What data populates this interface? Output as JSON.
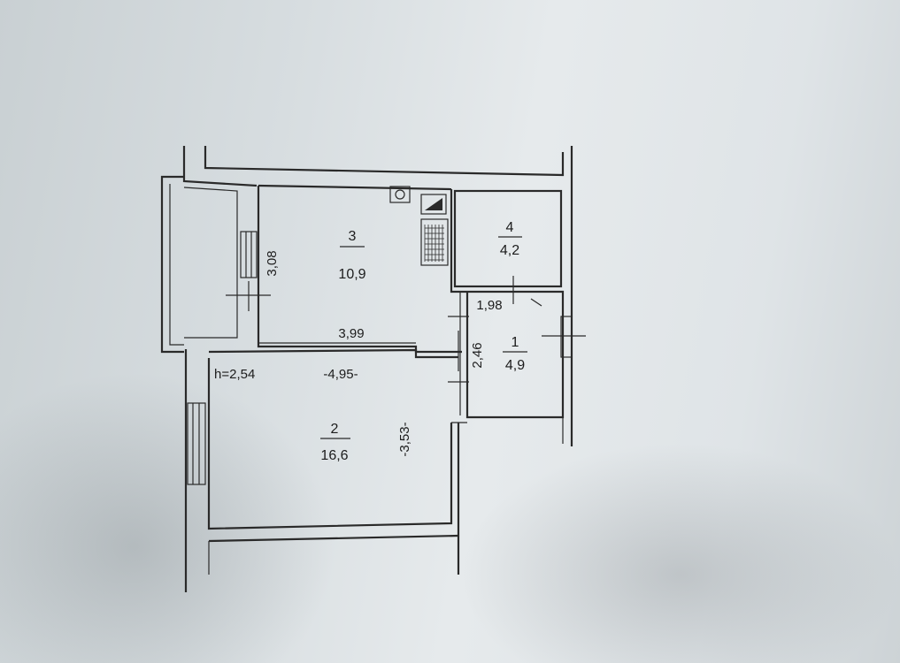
{
  "floor_plan": {
    "ceiling_height": "h=2,54",
    "rooms": [
      {
        "number": "1",
        "area": "4,9"
      },
      {
        "number": "2",
        "area": "16,6"
      },
      {
        "number": "3",
        "area": "10,9"
      },
      {
        "number": "4",
        "area": "4,2"
      }
    ],
    "dimensions": {
      "room3_height": "3,08",
      "room3_width": "3,99",
      "room2_width": "-4,95-",
      "room2_height": "-3,53-",
      "room1_width": "1,98",
      "room1_height": "2,46"
    }
  }
}
